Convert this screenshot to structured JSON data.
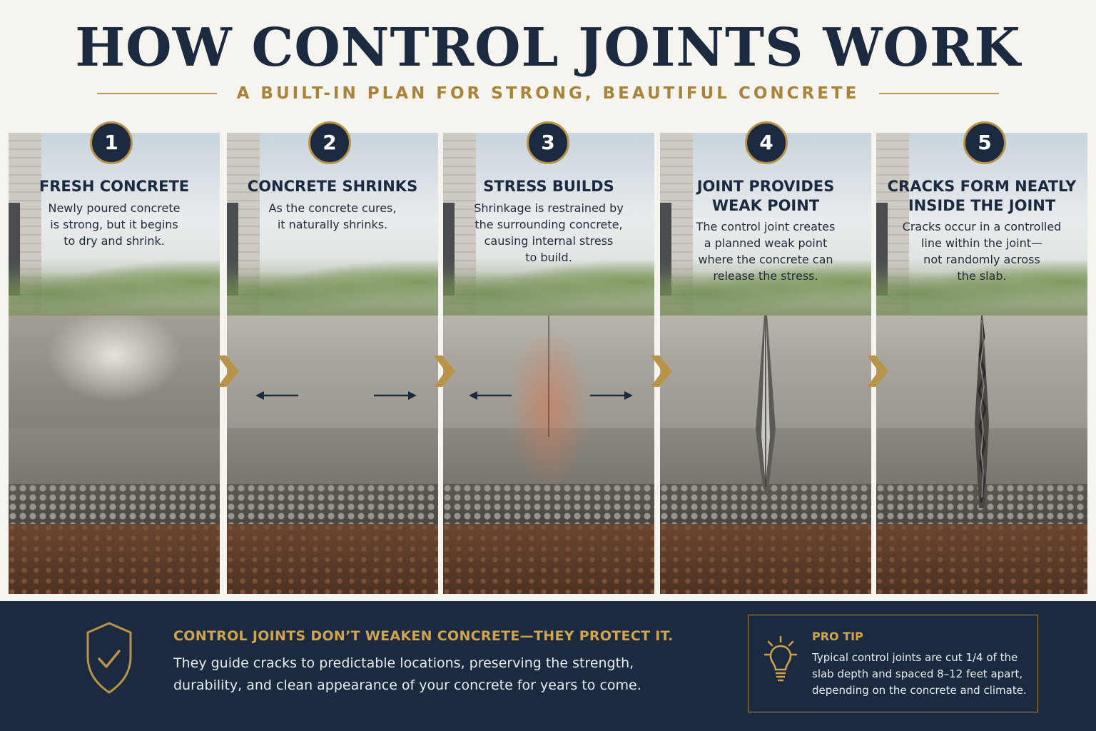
{
  "header": {
    "title": "HOW CONTROL JOINTS WORK",
    "subtitle": "A BUILT-IN PLAN FOR STRONG, BEAUTIFUL CONCRETE"
  },
  "steps": [
    {
      "number": "1",
      "title": "FRESH CONCRETE",
      "text": "Newly poured concrete\nis strong, but it begins\nto dry and shrink."
    },
    {
      "number": "2",
      "title": "CONCRETE SHRINKS",
      "text": "As the concrete cures,\nit naturally shrinks."
    },
    {
      "number": "3",
      "title": "STRESS BUILDS",
      "text": "Shrinkage is restrained by\nthe surrounding concrete,\ncausing internal stress\nto build."
    },
    {
      "number": "4",
      "title": "JOINT PROVIDES\nWEAK POINT",
      "text": "The control joint creates\na planned weak point\nwhere the concrete can\nrelease the stress."
    },
    {
      "number": "5",
      "title": "CRACKS FORM NEATLY\nINSIDE THE JOINT",
      "text": "Cracks occur in a controlled\nline within the joint—\nnot randomly across\nthe slab."
    }
  ],
  "footer": {
    "heading": "CONTROL JOINTS DON’T WEAKEN CONCRETE—THEY PROTECT IT.",
    "text": "They guide cracks to predictable locations, preserving the strength,\ndurability, and clean appearance of your concrete for years to come.",
    "icon": "shield-check-icon"
  },
  "tip": {
    "heading": "PRO TIP",
    "text": "Typical control joints are cut 1/4 of the\nslab depth and spaced 8–12 feet apart,\ndepending on the concrete and climate.",
    "icon": "lightbulb-icon"
  },
  "colors": {
    "navy": "#1c2a40",
    "gold": "#b8934a",
    "background": "#f6f4ef"
  }
}
